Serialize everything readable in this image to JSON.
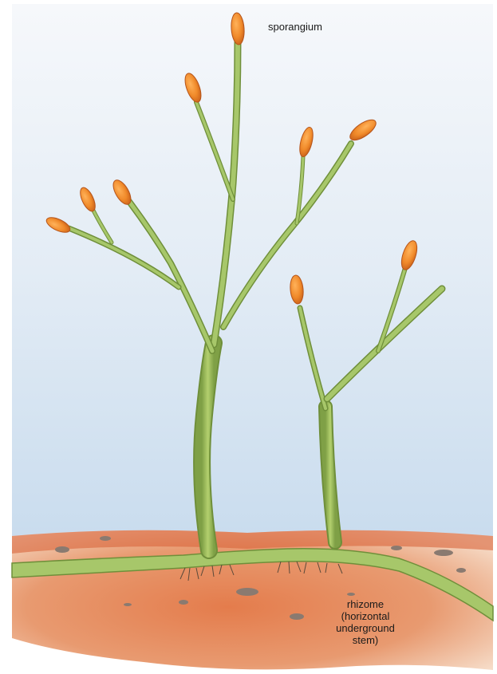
{
  "labels": {
    "sporangium": "sporangium",
    "rhizome_lines": [
      "rhizome",
      "(horizontal",
      "underground",
      "stem)"
    ]
  },
  "colors": {
    "sky_top": "#f3f6fa",
    "sky_bottom": "#cfe0ef",
    "soil": "#e07a4a",
    "soil_dark": "#c4552c",
    "stem": "#9cbf5a",
    "stem_dark": "#6f8f3a",
    "sporangium": "#f08a2a",
    "sporangium_dark": "#c9601a"
  },
  "icons": {
    "sporangium": "sporangium-icon",
    "rootlet": "rootlet-icon",
    "pebble": "pebble-icon"
  }
}
